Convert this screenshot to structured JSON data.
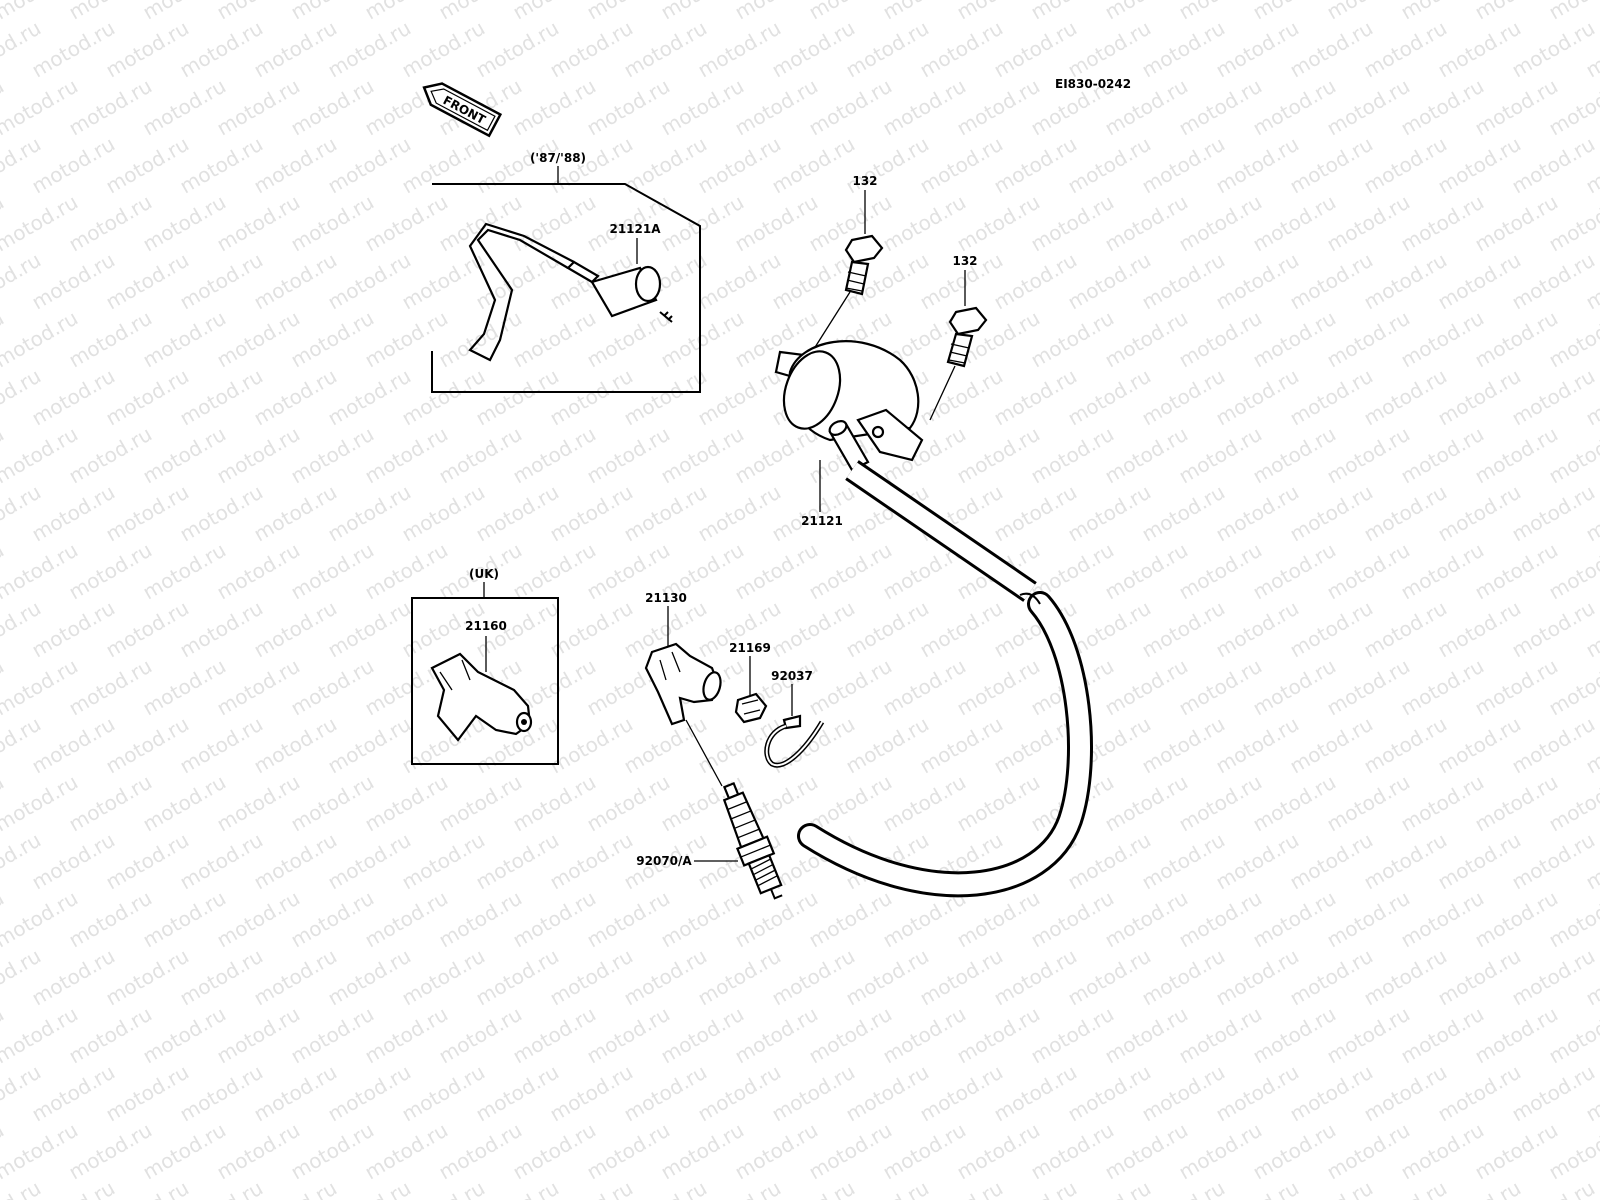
{
  "diagram": {
    "code": "EI830-0242",
    "front_badge": "FRONT",
    "variant_boxes": [
      {
        "caption": "('87/'88)",
        "part": "21121A"
      },
      {
        "caption": "(UK)",
        "part": "21160"
      }
    ],
    "labels": {
      "bolt_left": "132",
      "bolt_right": "132",
      "ignition_coil": "21121",
      "plug_cap": "21130",
      "clip": "21169",
      "band": "92037",
      "spark_plug": "92070/A"
    }
  },
  "watermark": {
    "text": "motod.ru",
    "color": "#c9c9c9"
  }
}
